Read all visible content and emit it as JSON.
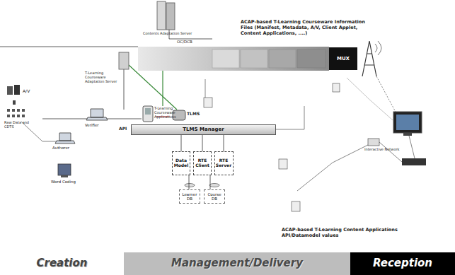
{
  "diagram": {
    "nodes": [
      {
        "text": [
          "MUX"
        ]
      },
      {
        "text": [
          "TLMS Manager"
        ]
      },
      {
        "text": [
          "Data Model"
        ]
      },
      {
        "text": [
          "RTE Client"
        ]
      },
      {
        "text": [
          "RTE Server"
        ]
      },
      {
        "text": [
          "Learner DB"
        ]
      },
      {
        "text": [
          "Course DB"
        ]
      },
      {
        "text": [
          "Creation"
        ]
      },
      {
        "text": [
          "Management/Delivery"
        ]
      },
      {
        "text": [
          "Reception"
        ]
      }
    ],
    "edges": [
      {
        "from": 1,
        "to": 2,
        "arrow": "none"
      },
      {
        "from": 1,
        "to": 3,
        "arrow": "none"
      },
      {
        "from": 1,
        "to": 4,
        "arrow": "none"
      },
      {
        "from": 2,
        "to": 5,
        "arrow": "none"
      },
      {
        "from": 3,
        "to": 6,
        "arrow": "none"
      }
    ],
    "labels": [
      "Contents Adaptation Server",
      "ACAP-based T-Learning Courseware Information Files (Manifest, Metadata, A/V, Client Applet, Content Applications, ....)",
      "OC/DCB",
      "T-Learning Courseware Adaptation Server",
      "A/V",
      "Raw Data and CDTS",
      "Verifier",
      "Authorer",
      "Word Coding",
      "T-Learning Courseware Applications",
      "TLMS",
      "API",
      "Interactive Network",
      "ACAP-based T-Learning Content Applications API/Datamodel values"
    ]
  }
}
